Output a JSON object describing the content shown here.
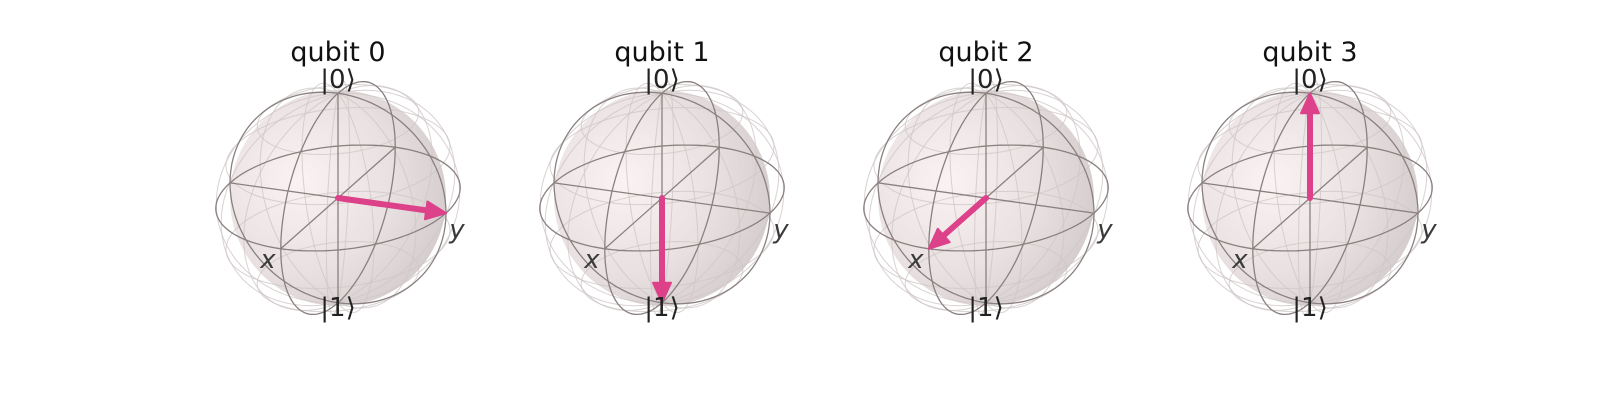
{
  "figure": {
    "spheres": [
      {
        "title": "qubit 0",
        "top_label": "|0⟩",
        "bottom_label": "|1⟩",
        "x_axis_label": "x",
        "y_axis_label": "y",
        "state_vector": {
          "x": 0,
          "y": 1,
          "z": 0
        }
      },
      {
        "title": "qubit 1",
        "top_label": "|0⟩",
        "bottom_label": "|1⟩",
        "x_axis_label": "x",
        "y_axis_label": "y",
        "state_vector": {
          "x": 0,
          "y": 0,
          "z": -1
        }
      },
      {
        "title": "qubit 2",
        "top_label": "|0⟩",
        "bottom_label": "|1⟩",
        "x_axis_label": "x",
        "y_axis_label": "y",
        "state_vector": {
          "x": 1,
          "y": 0,
          "z": 0
        }
      },
      {
        "title": "qubit 3",
        "top_label": "|0⟩",
        "bottom_label": "|1⟩",
        "x_axis_label": "x",
        "y_axis_label": "y",
        "state_vector": {
          "x": 0,
          "y": 0,
          "z": 1
        }
      }
    ],
    "colors": {
      "vector": "#dc4189",
      "wireframe": "#8a8080",
      "sphere_light": "#f8eeee",
      "sphere_dark": "#d2cbcb"
    }
  }
}
